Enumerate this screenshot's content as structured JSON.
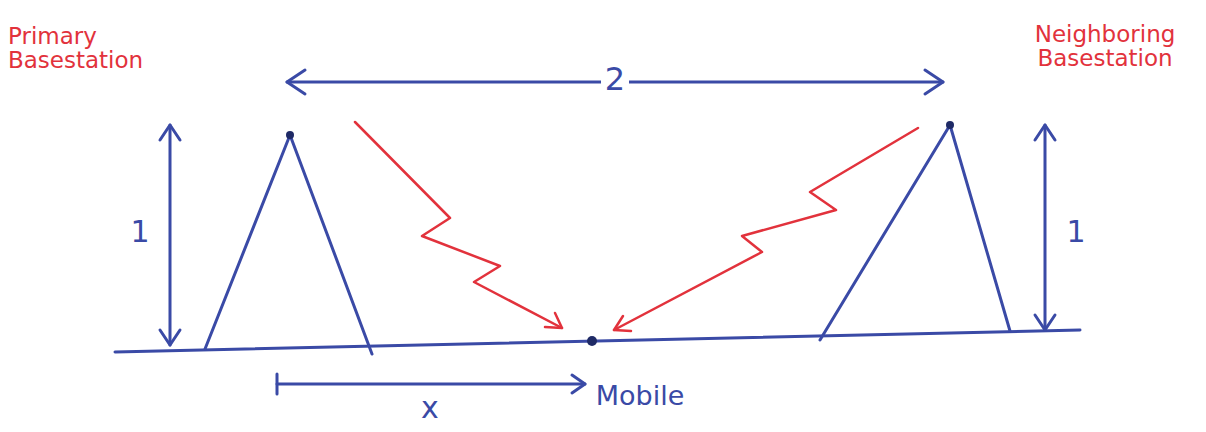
{
  "diagram": {
    "labels": [
      "Primary Basestation",
      "Neighboring Basestation",
      "2",
      "1",
      "1",
      "x",
      "Mobile"
    ]
  }
}
